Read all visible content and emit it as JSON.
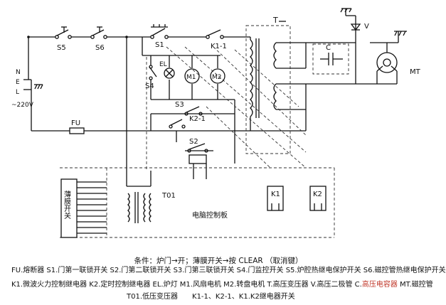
{
  "labels": {
    "s5": "S5",
    "s6": "S6",
    "s1": "S1",
    "k11": "K1-1",
    "t": "T",
    "v": "V",
    "c": "C",
    "mt": "MT",
    "n": "N",
    "e": "E",
    "l": "L",
    "volt": "~220V",
    "fu": "FU",
    "el": "EL",
    "s4": "S4",
    "m1": "M1",
    "m2": "M2",
    "s3": "S3",
    "k21": "K2-1",
    "s2": "S2",
    "membrane": "薄膜开关",
    "t01": "T01",
    "board": "电脑控制板",
    "k1": "K1",
    "k2": "K2"
  },
  "captions": {
    "line1": "条件：炉门→开；薄膜开关→按 CLEAR （取消键）",
    "line2": "FU.熔断器 S1.门第一联锁开关 S2.门第二联锁开关 S3.门第三联锁开关 S4.门监控开关 S5.炉腔热继电保护开关 S6.磁控管热继电保护开关",
    "line3a": "K1.微波火力控制继电器 K2.定时控制继电器 EL.炉灯 M1.风扇电机 M2.转盘电机 T.高压变压器 V.高压二极管 C.",
    "line3b": "高压电容器",
    "line3c": " MT.磁控管",
    "line4": "T01.低压变压器　　K1-1、K2-1、K1.K2继电器开关"
  }
}
